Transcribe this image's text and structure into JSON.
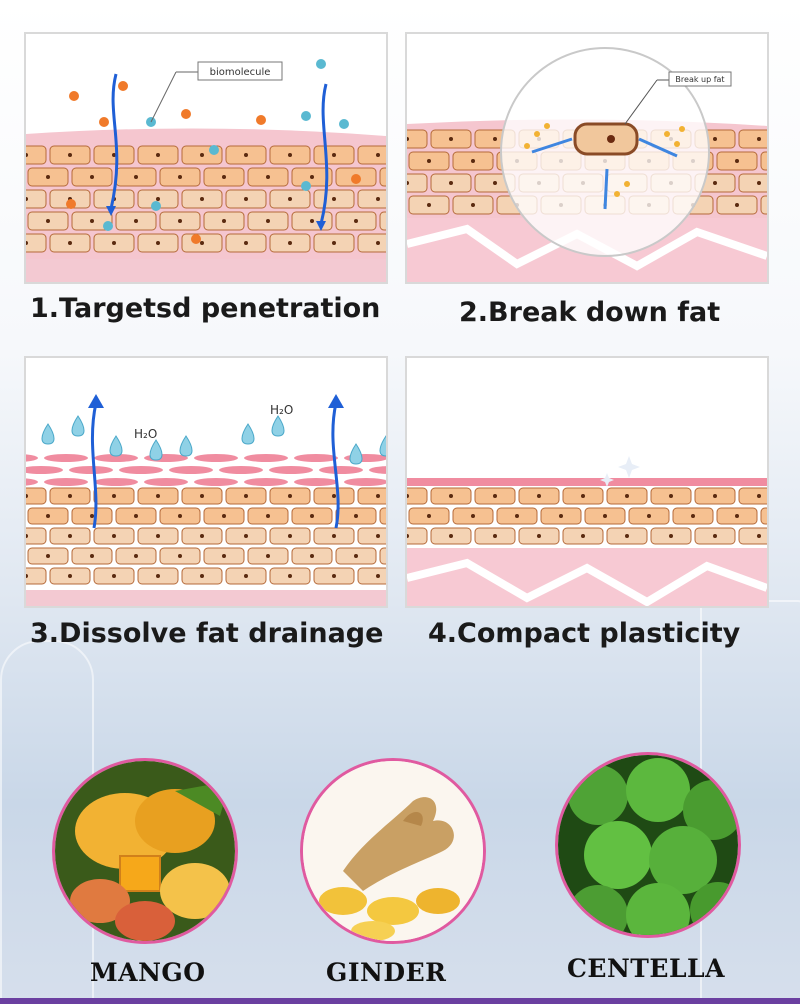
{
  "panels": [
    {
      "id": "panel-1",
      "caption": "1.Targetsd penetration",
      "callout": "biomolecule"
    },
    {
      "id": "panel-2",
      "caption": "2.Break down fat",
      "callout": "Break up fat"
    },
    {
      "id": "panel-3",
      "caption": "3.Dissolve fat drainage",
      "callout": "H₂O"
    },
    {
      "id": "panel-4",
      "caption": "4.Compact plasticity"
    }
  ],
  "ingredients": [
    {
      "name": "MANGO"
    },
    {
      "name": "GINDER"
    },
    {
      "name": "CENTELLA"
    }
  ]
}
